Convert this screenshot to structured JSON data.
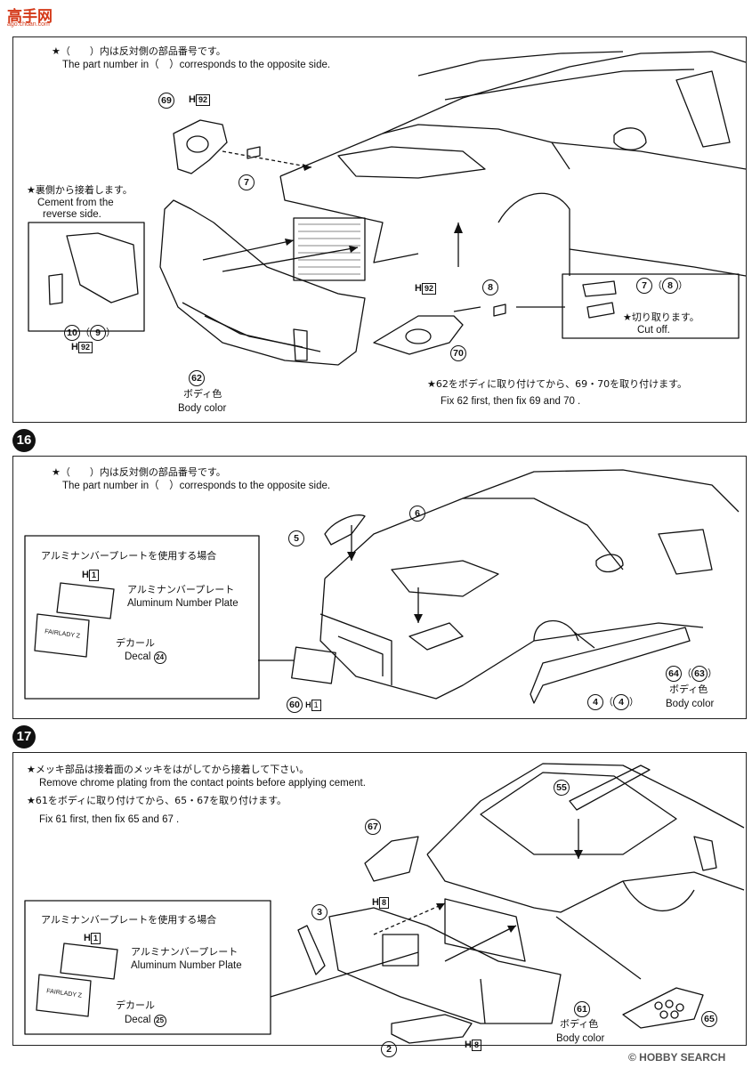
{
  "top_logo": {
    "text": "高手网",
    "sub": "ago.chuan.com"
  },
  "step15": {
    "note_jp": "★（　　）内は反対側の部品番号です。",
    "note_en": "The part number in（　）corresponds to the opposite side.",
    "p69": "69",
    "p69_ph": "H",
    "p69_ph_num": "92",
    "p7": "7",
    "reverse_jp": "★裏側から接着します。",
    "reverse_en1": "Cement from the",
    "reverse_en2": "reverse side.",
    "p10": "10",
    "p9": "9",
    "p10_ph": "H",
    "p10_ph_num": "92",
    "p8": "8",
    "p70_ph": "H",
    "p70_ph_num": "92",
    "p70": "70",
    "cut_part_a": "7",
    "cut_part_b": "8",
    "cut_jp": "★切り取ります。",
    "cut_en": "Cut off.",
    "p62": "62",
    "p62_jp": "ボディ色",
    "p62_en": "Body color",
    "fix_jp": "★62をボディに取り付けてから、69・70を取り付けます。",
    "fix_en": "Fix 62 first, then fix 69 and 70 ."
  },
  "step16": {
    "number": "16",
    "note_jp": "★（　　）内は反対側の部品番号です。",
    "note_en": "The part number in（　）corresponds to the opposite side.",
    "inset_title": "アルミナンバープレートを使用する場合",
    "inset_ph": "H",
    "inset_ph_num": "1",
    "plate_jp": "アルミナンバープレート",
    "plate_en": "Aluminum Number Plate",
    "plate_text": "FAIRLADY Z",
    "decal_jp": "デカール",
    "decal_en": "Decal",
    "decal_num": "24",
    "p5": "5",
    "p6": "6",
    "p60": "60",
    "p60_ph": "H",
    "p60_ph_num": "1",
    "p4": "4",
    "p4b": "4",
    "p64": "64",
    "p63": "63",
    "p64_jp": "ボディ色",
    "p64_en": "Body color"
  },
  "step17": {
    "number": "17",
    "chrome_jp": "★メッキ部品は接着面のメッキをはがしてから接着して下さい。",
    "chrome_en": "Remove chrome plating from the contact points before applying cement.",
    "fix_jp": "★61をボディに取り付けてから、65・67を取り付けます。",
    "fix_en": "Fix 61 first, then fix 65 and 67 .",
    "p55": "55",
    "p67": "67",
    "p3": "3",
    "ph8a": "H",
    "ph8a_num": "8",
    "inset_title": "アルミナンバープレートを使用する場合",
    "inset_ph": "H",
    "inset_ph_num": "1",
    "plate_jp": "アルミナンバープレート",
    "plate_en": "Aluminum Number Plate",
    "plate_text": "FAIRLADY Z",
    "decal_jp": "デカール",
    "decal_en": "Decal",
    "decal_num": "25",
    "p61": "61",
    "p61_jp": "ボディ色",
    "p61_en": "Body color",
    "p2": "2",
    "ph8b": "H",
    "ph8b_num": "8",
    "p65": "65"
  },
  "watermark": {
    "text": "© HOBBY SEARCH"
  }
}
